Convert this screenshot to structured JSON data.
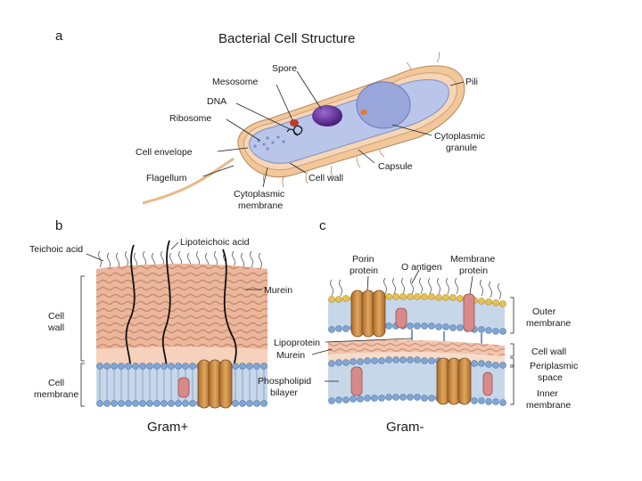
{
  "panel_a": {
    "letter": "a",
    "title": "Bacterial Cell Structure",
    "labels": {
      "spore": "Spore",
      "mesosome": "Mesosome",
      "dna": "DNA",
      "ribosome": "Ribosome",
      "cell_envelope": "Cell envelope",
      "flagellum": "Flagellum",
      "cytoplasmic_membrane_1": "Cytoplasmic",
      "cytoplasmic_membrane_2": "membrane",
      "cell_wall": "Cell wall",
      "capsule": "Capsule",
      "cytoplasmic_granule_1": "Cytoplasmic",
      "cytoplasmic_granule_2": "granule",
      "pili": "Pili"
    }
  },
  "panel_b": {
    "letter": "b",
    "caption": "Gram+",
    "labels": {
      "teichoic_acid": "Teichoic acid",
      "lipoteichoic_acid": "Lipoteichoic acid",
      "murein": "Murein",
      "cell_wall_1": "Cell",
      "cell_wall_2": "wall",
      "cell_membrane_1": "Cell",
      "cell_membrane_2": "membrane"
    }
  },
  "panel_c": {
    "letter": "c",
    "caption": "Gram-",
    "labels": {
      "porin_1": "Porin",
      "porin_2": "protein",
      "o_antigen": "O antigen",
      "membrane_protein_1": "Membrane",
      "membrane_protein_2": "protein",
      "outer_membrane_1": "Outer",
      "outer_membrane_2": "membrane",
      "lipoprotein": "Lipoprotein",
      "murein": "Murein",
      "cell_wall": "Cell wall",
      "periplasmic_1": "Periplasmic",
      "periplasmic_2": "space",
      "phospholipid_1": "Phospholipid",
      "phospholipid_2": "bilayer",
      "inner_membrane_1": "Inner",
      "inner_membrane_2": "membrane"
    }
  },
  "colors": {
    "capsule": "#f2c79a",
    "cytoplasm": "#b9c6ea",
    "spore": "#5b2a8a",
    "murein": "#e7b49a",
    "membrane_bead": "#7fa6d6",
    "membrane_core": "#c7d7ea",
    "outer_bead": "#e9c24e",
    "porin": "#c98a3f",
    "pink_protein": "#d88a8a"
  }
}
